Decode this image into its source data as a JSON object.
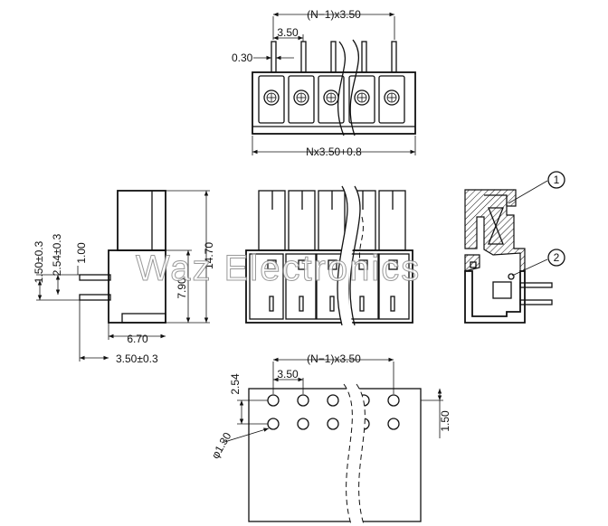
{
  "dimensions": {
    "pitch_formula_top": "(N−1)x3.50",
    "pitch_top": "3.50",
    "pin_thickness": "0.30",
    "overall_width": "Nx3.50+0.8",
    "side_dim_a": "1.50±0.3",
    "side_dim_b": "2.54±0.3",
    "side_dim_c": "1.00",
    "height_total": "14.70",
    "height_lower": "7.90",
    "depth_lower": "6.70",
    "pin_offset": "3.50±0.3",
    "pitch_formula_bottom": "(N−1)x3.50",
    "pitch_bottom": "3.50",
    "row_spacing": "2.54",
    "hole_diameter": "φ1.30",
    "edge_offset": "1.50"
  },
  "callouts": {
    "one": "1",
    "two": "2"
  },
  "watermark": "Waz Electronics"
}
